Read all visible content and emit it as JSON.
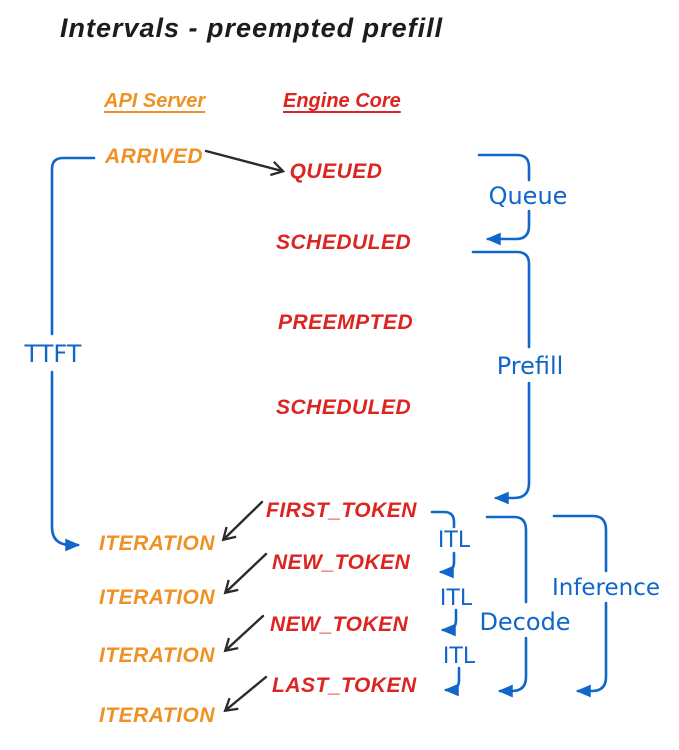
{
  "title": "Intervals - preempted prefill",
  "headers": {
    "api_server": "API Server",
    "engine_core": "Engine Core"
  },
  "api_column": {
    "arrived": "ARRIVED",
    "iteration_1": "ITERATION",
    "iteration_2": "ITERATION",
    "iteration_3": "ITERATION",
    "iteration_4": "ITERATION"
  },
  "engine_column": {
    "queued": "QUEUED",
    "scheduled_1": "SCHEDULED",
    "preempted": "PREEMPTED",
    "scheduled_2": "SCHEDULED",
    "first_token": "FIRST_TOKEN",
    "new_token_1": "NEW_TOKEN",
    "new_token_2": "NEW_TOKEN",
    "last_token": "LAST_TOKEN"
  },
  "intervals": {
    "ttft": "TTFT",
    "queue": "Queue",
    "prefill": "Prefill",
    "itl_1": "ITL",
    "itl_2": "ITL",
    "itl_3": "ITL",
    "decode": "Decode",
    "inference": "Inference"
  },
  "colors": {
    "api_server_orange": "#EF9226",
    "engine_core_red": "#DC2421",
    "interval_blue": "#1166C9",
    "arrow_black": "#2B2B2B",
    "background": "#FFFFFF"
  }
}
